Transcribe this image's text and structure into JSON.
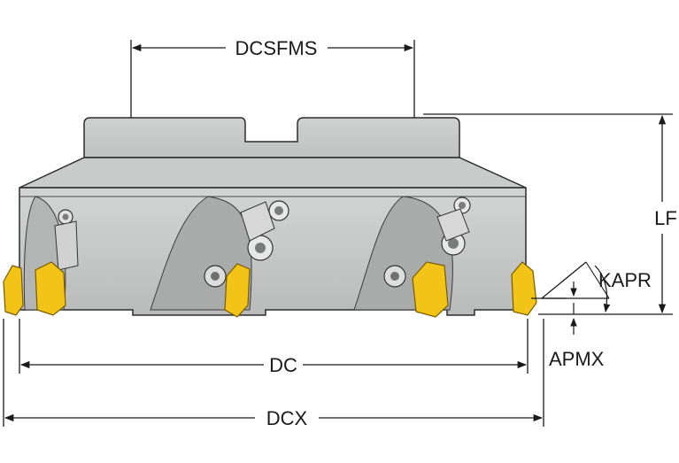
{
  "labels": {
    "dcsfms": "DCSFMS",
    "lf": "LF",
    "kapr": "KAPR",
    "apmx": "APMX",
    "dc": "DC",
    "dcx": "DCX"
  },
  "colors": {
    "body_gray": "#c4c6c5",
    "body_dark": "#9a9c9b",
    "outline": "#2b2b2b",
    "insert_yellow": "#f2c418",
    "insert_dark": "#b8860b",
    "dimension_line": "#1a1a1a"
  }
}
